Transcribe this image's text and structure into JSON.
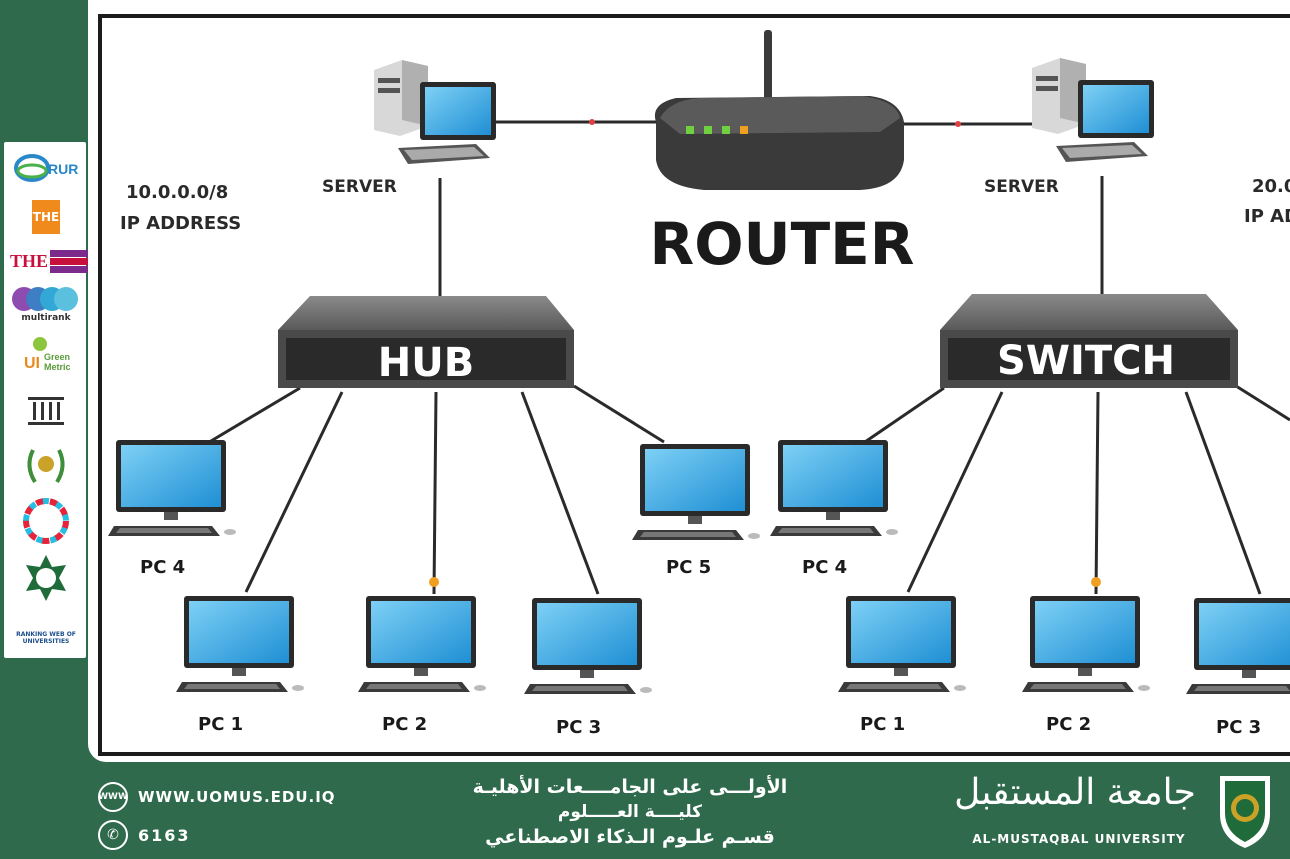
{
  "diagram": {
    "router_label": "ROUTER",
    "hub_label": "HUB",
    "switch_label": "SWITCH",
    "left_server_label": "SERVER",
    "right_server_label": "SERVER",
    "left_ip_line1": "10.0.0.0/8",
    "left_ip_line2": "IP ADDRESS",
    "right_ip_line1": "20.0",
    "right_ip_line2": "IP AD",
    "hub_pcs": [
      "PC 4",
      "PC 1",
      "PC 2",
      "PC 3",
      "PC 5"
    ],
    "switch_pcs": [
      "PC 4",
      "PC 1",
      "PC 2",
      "PC 3"
    ]
  },
  "sidebar": {
    "logos": [
      {
        "name": "rur-logo",
        "text": "RUR"
      },
      {
        "name": "the-logo",
        "text": "THE"
      },
      {
        "name": "the-impact-logo",
        "text": "THE"
      },
      {
        "name": "multirank-logo",
        "text": "multirank"
      },
      {
        "name": "greenmetric-logo",
        "text": "UI Green Metric"
      },
      {
        "name": "institution-logo",
        "text": ""
      },
      {
        "name": "arab-universities-logo",
        "text": ""
      },
      {
        "name": "sdgs-logo",
        "text": ""
      },
      {
        "name": "arab-engineers-logo",
        "text": ""
      },
      {
        "name": "webometrics-logo",
        "text": "RANKING WEB OF UNIVERSITIES"
      }
    ]
  },
  "footer": {
    "website": "WWW.UOMUS.EDU.IQ",
    "phone": "6163",
    "www_icon_text": "WWW",
    "arabic_line1": "الأولـــى على الجامــــعات الأهليـة",
    "arabic_line2": "كليــــة العـــــلوم",
    "arabic_line3": "قسـم علـوم الـذكاء الاصطناعي",
    "university_arabic": "جامعة المستقبل",
    "university_english": "AL-MUSTAQBAL UNIVERSITY"
  },
  "colors": {
    "brand_green": "#2f6a4c",
    "screen_blue": "#2f9fe0",
    "device_dark": "#3a3a3a"
  }
}
